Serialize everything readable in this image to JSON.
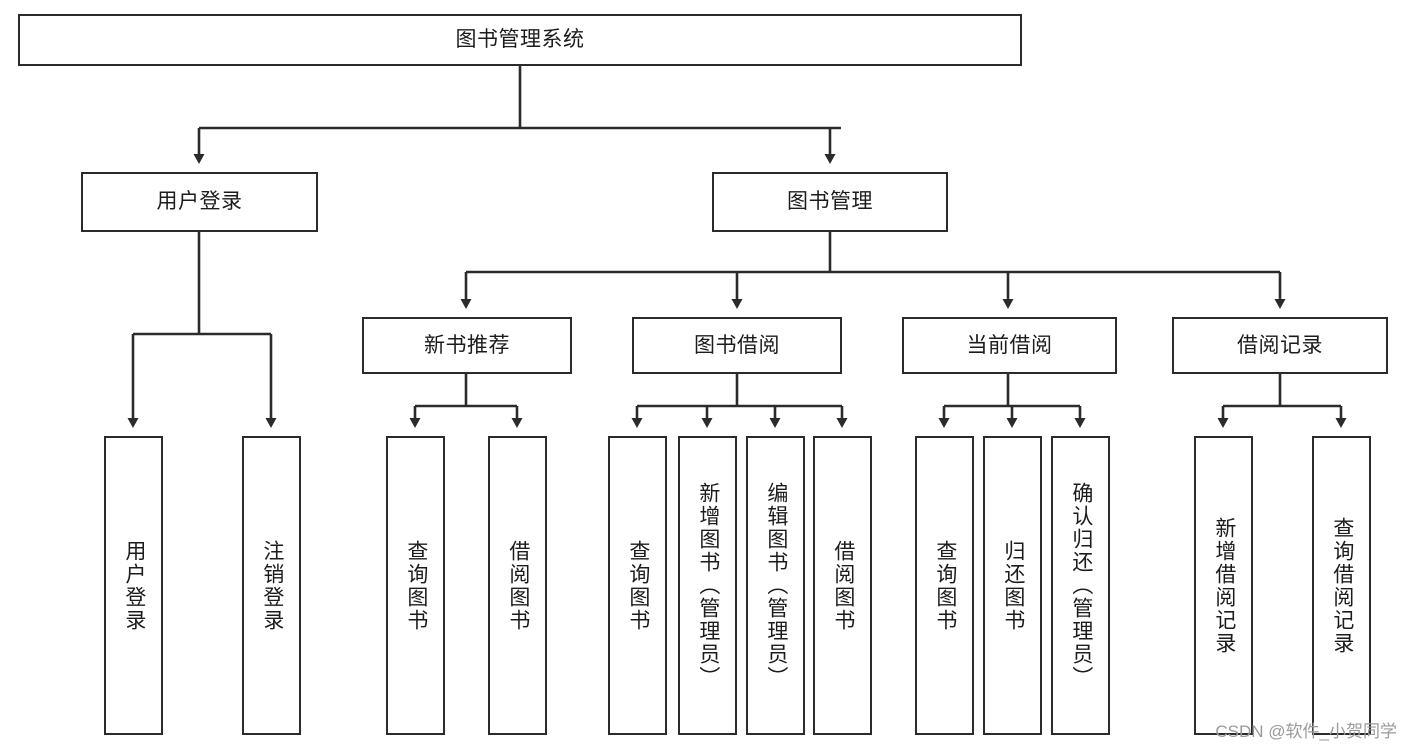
{
  "diagram": {
    "title": "图书管理系统",
    "type": "hierarchy-tree",
    "orientation": "top-down",
    "line_color": "#2b2b2b",
    "box_fill": "#ffffff",
    "text_color": "#1c1c1c",
    "root": {
      "label": "图书管理系统"
    },
    "level2": [
      {
        "label": "用户登录"
      },
      {
        "label": "图书管理"
      }
    ],
    "level3": [
      {
        "label": "新书推荐"
      },
      {
        "label": "图书借阅"
      },
      {
        "label": "当前借阅"
      },
      {
        "label": "借阅记录"
      }
    ],
    "leaves": {
      "user_login": [
        {
          "label": "用户登录"
        },
        {
          "label": "注销登录"
        }
      ],
      "new_book_recommend": [
        {
          "label": "查询图书"
        },
        {
          "label": "借阅图书"
        }
      ],
      "book_borrow": [
        {
          "label": "查询图书"
        },
        {
          "label": "新增图书（管理员）"
        },
        {
          "label": "编辑图书（管理员）"
        },
        {
          "label": "借阅图书"
        }
      ],
      "current_borrow": [
        {
          "label": "查询图书"
        },
        {
          "label": "归还图书"
        },
        {
          "label": "确认归还（管理员）"
        }
      ],
      "borrow_record": [
        {
          "label": "新增借阅记录"
        },
        {
          "label": "查询借阅记录"
        }
      ]
    }
  },
  "watermark": {
    "text": "CSDN @软件_小贺同学"
  }
}
